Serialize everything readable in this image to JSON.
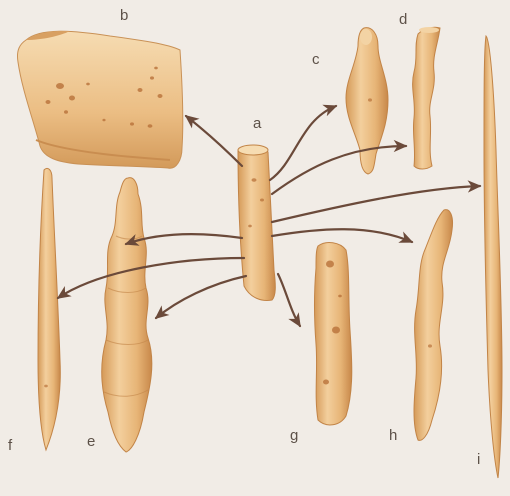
{
  "diagram": {
    "labels": {
      "a": "a",
      "b": "b",
      "c": "c",
      "d": "d",
      "e": "e",
      "f": "f",
      "g": "g",
      "h": "h",
      "i": "i"
    },
    "colors": {
      "background": "#f1ece6",
      "specimen_fill": "#e7b577",
      "specimen_light": "#f3d3a4",
      "specimen_dark": "#c28447",
      "pore": "#b9723a",
      "arrow": "#6b4a3a",
      "label": "#5d5148"
    }
  }
}
